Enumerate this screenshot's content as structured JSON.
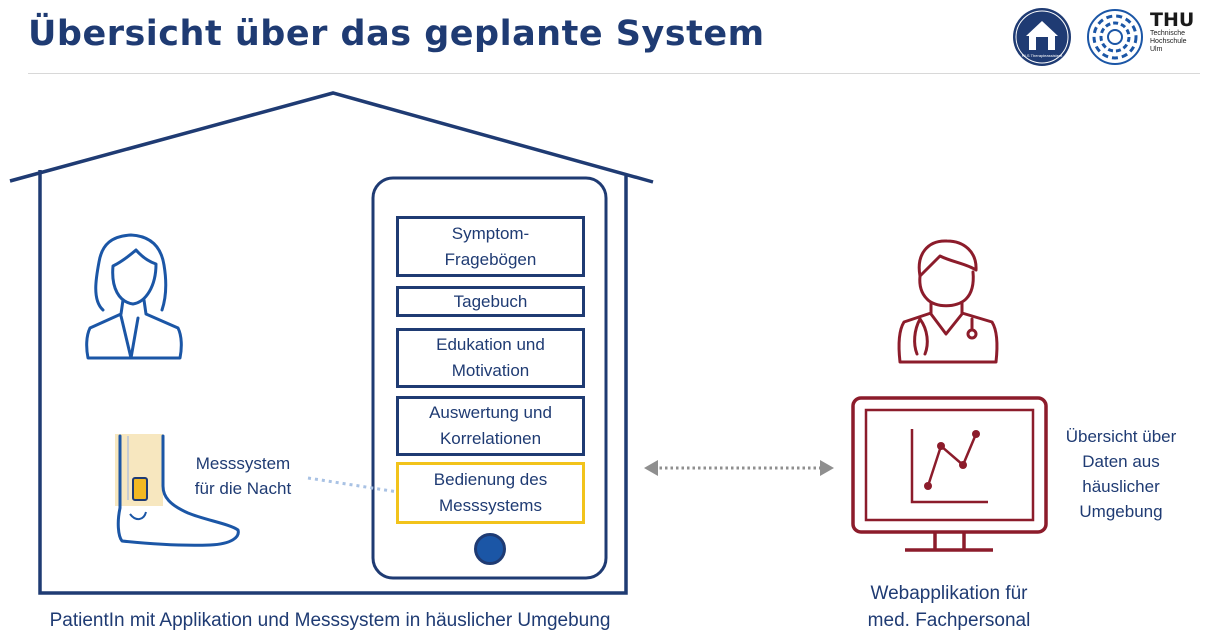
{
  "title": "Übersicht über das geplante System",
  "logos": {
    "rls_text": "RLS Therapieassistent",
    "thu_short": "THU",
    "thu_line1": "Technische",
    "thu_line2": "Hochschule",
    "thu_line3": "Ulm"
  },
  "app_modules": [
    {
      "label": "Symptom-\nFragebögen"
    },
    {
      "label": "Tagebuch"
    },
    {
      "label": "Edukation und\nMotivation"
    },
    {
      "label": "Auswertung und\nKorrelationen"
    },
    {
      "label": "Bedienung des\nMesssystems",
      "highlighted": true
    }
  ],
  "sensor_label": "Messsystem\nfür die Nacht",
  "monitor_caption": "Übersicht über\nDaten aus\nhäuslicher\nUmgebung",
  "patient_caption": "PatientIn mit Applikation und Messsystem in häuslicher Umgebung",
  "staff_caption": "Webapplikation für\nmed. Fachpersonal",
  "icons": [
    "house-icon",
    "smartphone-icon",
    "patient-woman-icon",
    "foot-sensor-icon",
    "doctor-icon",
    "monitor-chart-icon",
    "bidirectional-arrow-icon"
  ],
  "colors": {
    "navy": "#1f3b73",
    "accent_blue": "#1b56a6",
    "maroon": "#8c1c2b",
    "highlight": "#f2c31b"
  }
}
